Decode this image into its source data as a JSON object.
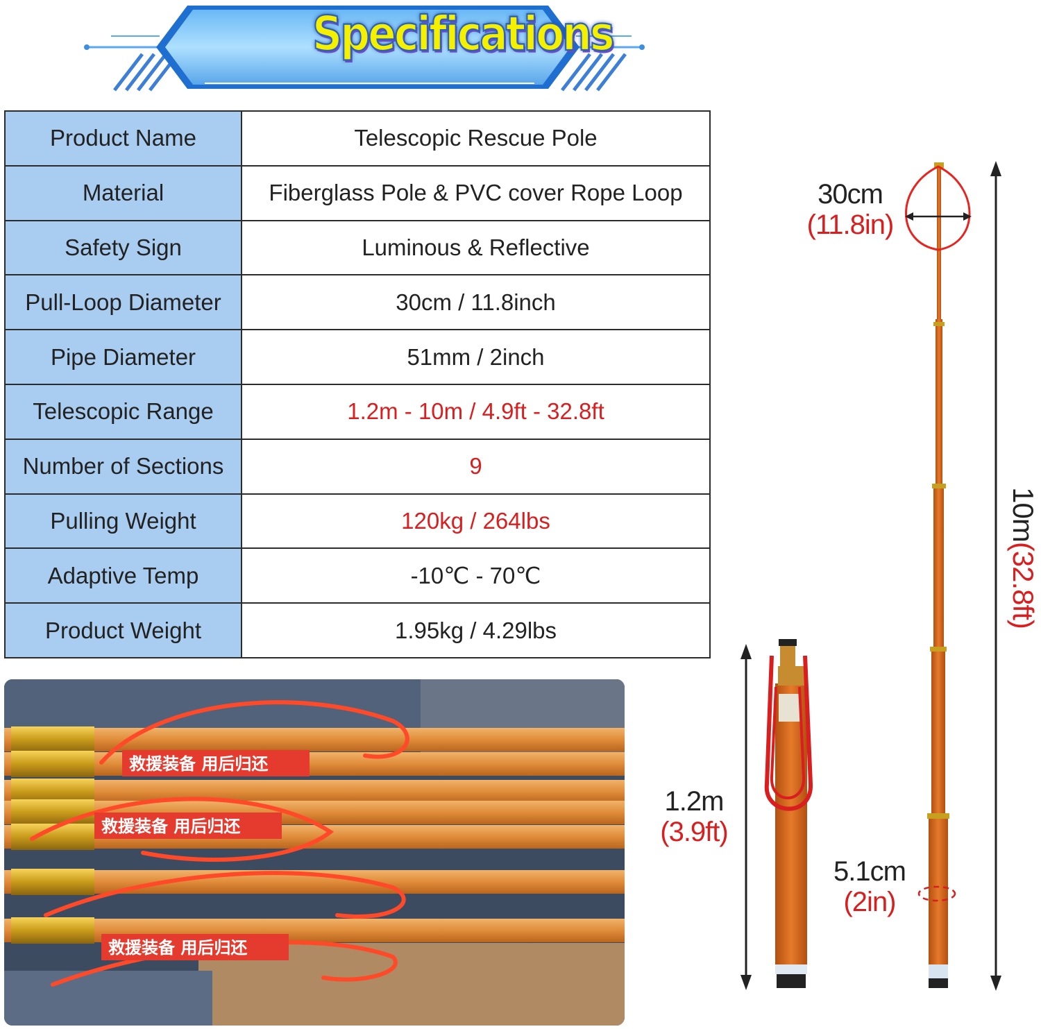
{
  "banner": {
    "title": "Specifications"
  },
  "specs": [
    {
      "label": "Product Name",
      "value": "Telescopic Rescue Pole",
      "highlight": false
    },
    {
      "label": "Material",
      "value": "Fiberglass Pole & PVC cover Rope Loop",
      "highlight": false
    },
    {
      "label": "Safety Sign",
      "value": "Luminous & Reflective",
      "highlight": false
    },
    {
      "label": "Pull-Loop Diameter",
      "value": "30cm / 11.8inch",
      "highlight": false
    },
    {
      "label": "Pipe Diameter",
      "value": "51mm / 2inch",
      "highlight": false
    },
    {
      "label": "Telescopic Range",
      "value": "1.2m - 10m / 4.9ft - 32.8ft",
      "highlight": true
    },
    {
      "label": "Number of Sections",
      "value": "9",
      "highlight": true
    },
    {
      "label": "Pulling Weight",
      "value": "120kg / 264lbs",
      "highlight": true
    },
    {
      "label": "Adaptive Temp",
      "value": "-10℃ - 70℃",
      "highlight": false
    },
    {
      "label": "Product Weight",
      "value": "1.95kg / 4.29lbs",
      "highlight": false
    }
  ],
  "photo": {
    "sticker_text": "救援装备 用后归还"
  },
  "dimensions": {
    "loop": {
      "main": "30cm",
      "sub": "(11.8in)"
    },
    "collapsed": {
      "main": "1.2m",
      "sub": "(3.9ft)"
    },
    "pipe": {
      "main": "5.1cm",
      "sub": "(2in)"
    },
    "extended": {
      "main": "10m",
      "sub": "(32.8ft)"
    }
  },
  "colors": {
    "label_bg": "#a9cdf1",
    "highlight_text": "#d81e1e",
    "pole": "#d9661b",
    "rope": "#e8241f"
  }
}
